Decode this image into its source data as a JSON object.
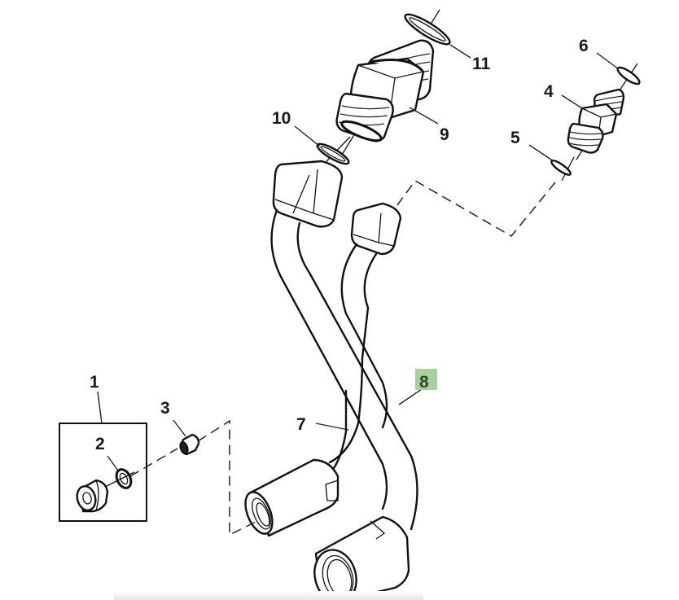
{
  "diagram": {
    "type": "exploded-parts-view",
    "highlight_color": "#a9cf9d",
    "callouts": [
      {
        "id": "1",
        "label": "1"
      },
      {
        "id": "2",
        "label": "2"
      },
      {
        "id": "3",
        "label": "3"
      },
      {
        "id": "4",
        "label": "4"
      },
      {
        "id": "5",
        "label": "5"
      },
      {
        "id": "6",
        "label": "6"
      },
      {
        "id": "7",
        "label": "7"
      },
      {
        "id": "8",
        "label": "8",
        "highlighted": true
      },
      {
        "id": "9",
        "label": "9"
      },
      {
        "id": "10",
        "label": "10"
      },
      {
        "id": "11",
        "label": "11"
      }
    ]
  }
}
